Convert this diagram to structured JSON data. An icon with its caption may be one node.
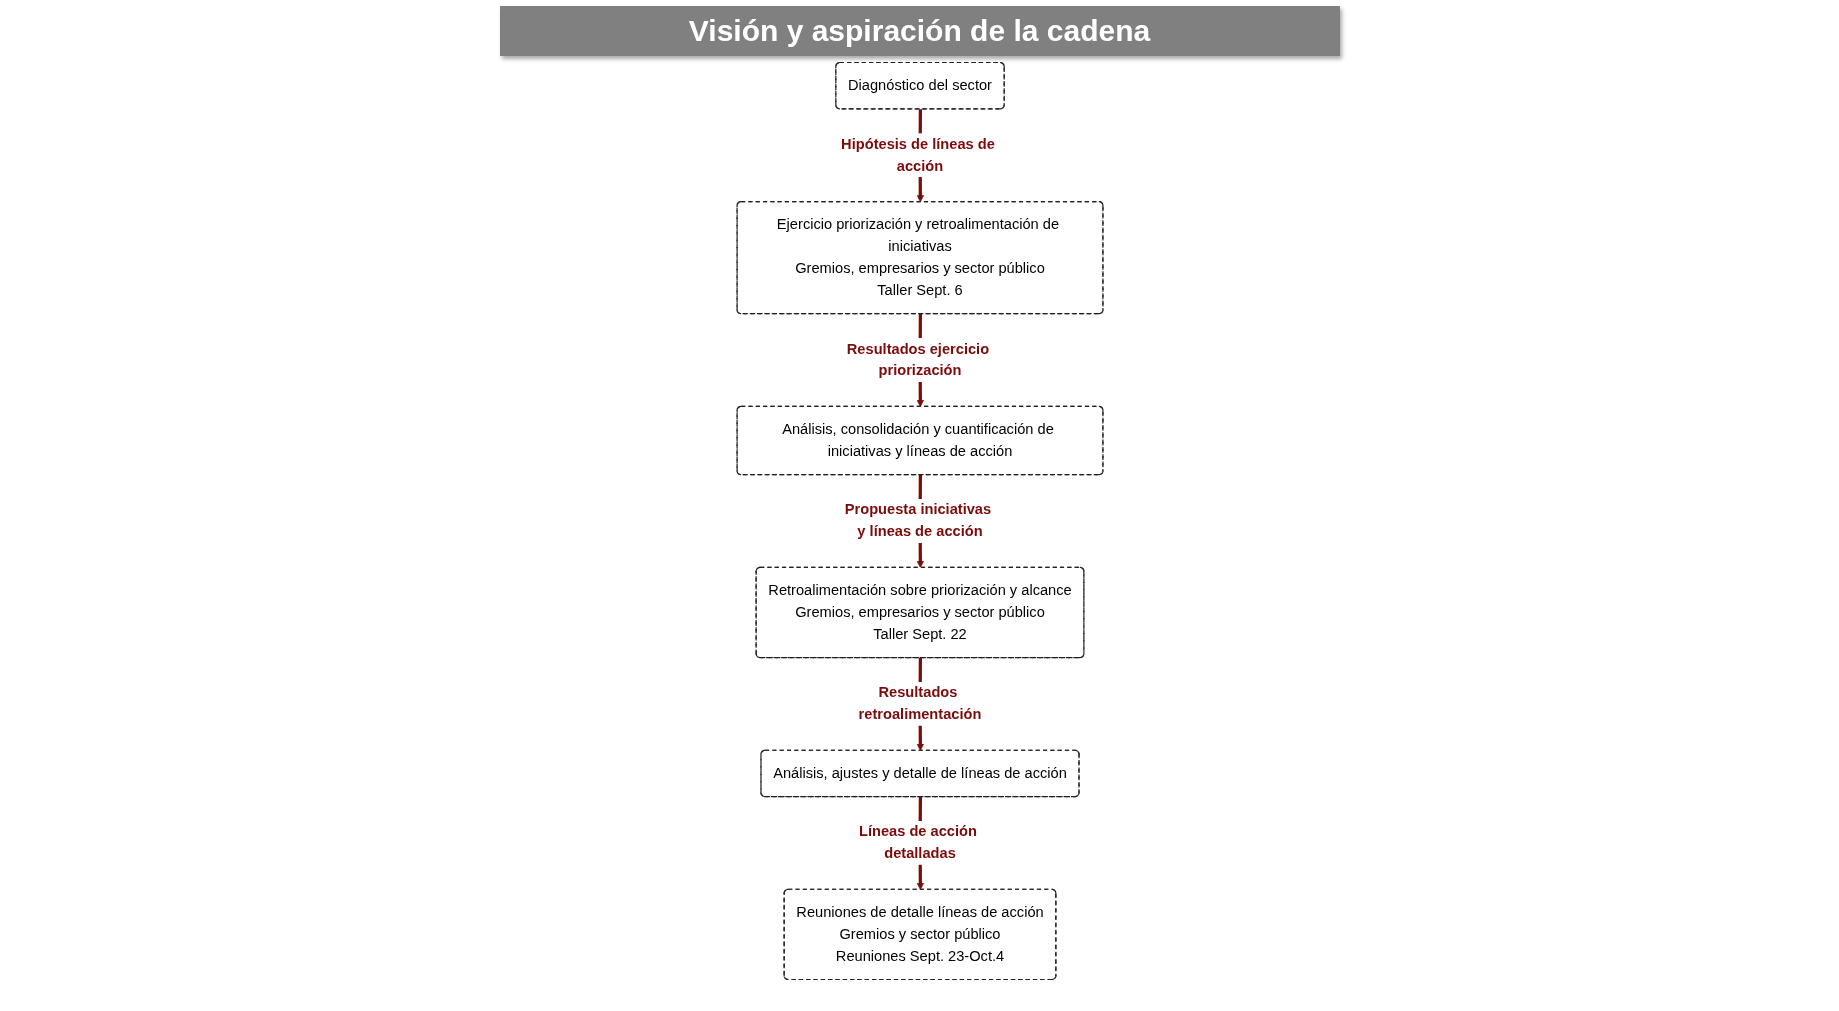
{
  "diagram": {
    "title": "Visión y aspiración de la cadena",
    "nodes": [
      {
        "text": [
          "Diagnóstico del sector"
        ]
      },
      {
        "text": [
          "Ejercicio priorización y retroalimentación de iniciativas",
          "Gremios, empresarios y sector público",
          "Taller Sept. 6"
        ]
      },
      {
        "text": [
          "Análisis, consolidación y cuantificación de iniciativas y líneas de acción"
        ]
      },
      {
        "text": [
          "Retroalimentación sobre priorización y alcance",
          "Gremios, empresarios y sector público",
          "Taller Sept. 22"
        ]
      },
      {
        "text": [
          "Análisis, ajustes y detalle de líneas de acción"
        ]
      },
      {
        "text": [
          "Reuniones de detalle líneas de acción",
          "Gremios y sector público",
          "Reuniones Sept. 23-Oct.4"
        ]
      }
    ],
    "edges": [
      {
        "from": 0,
        "to": 1,
        "arrow": "to",
        "label": "Hipótesis de líneas de acción"
      },
      {
        "from": 1,
        "to": 2,
        "arrow": "to",
        "label": "Resultados ejercicio priorización"
      },
      {
        "from": 2,
        "to": 3,
        "arrow": "to",
        "label": "Propuesta iniciativas y líneas de acción"
      },
      {
        "from": 3,
        "to": 4,
        "arrow": "to",
        "label": "Resultados retroalimentación"
      },
      {
        "from": 4,
        "to": 5,
        "arrow": "to",
        "label": "Líneas de acción detalladas"
      }
    ]
  }
}
